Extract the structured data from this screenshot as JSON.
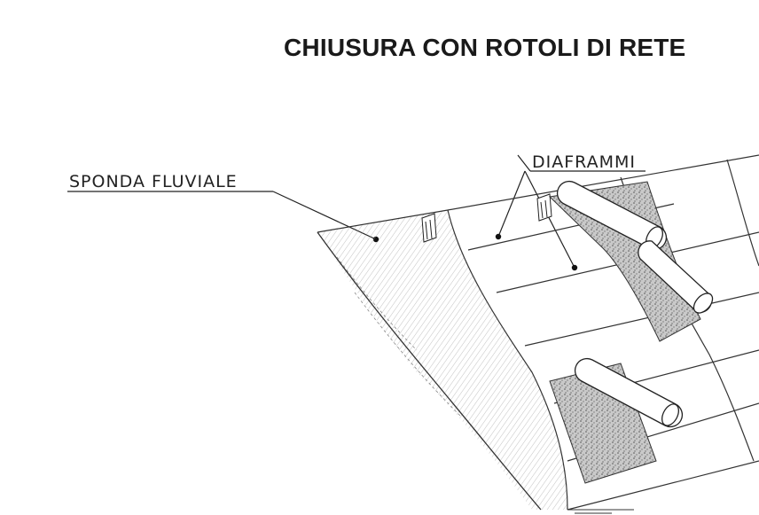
{
  "title": "CHIUSURA CON ROTOLI DI RETE",
  "labels": {
    "sponda": "SPONDA FLUVIALE",
    "diaframmi": "DIAFRAMMI"
  }
}
